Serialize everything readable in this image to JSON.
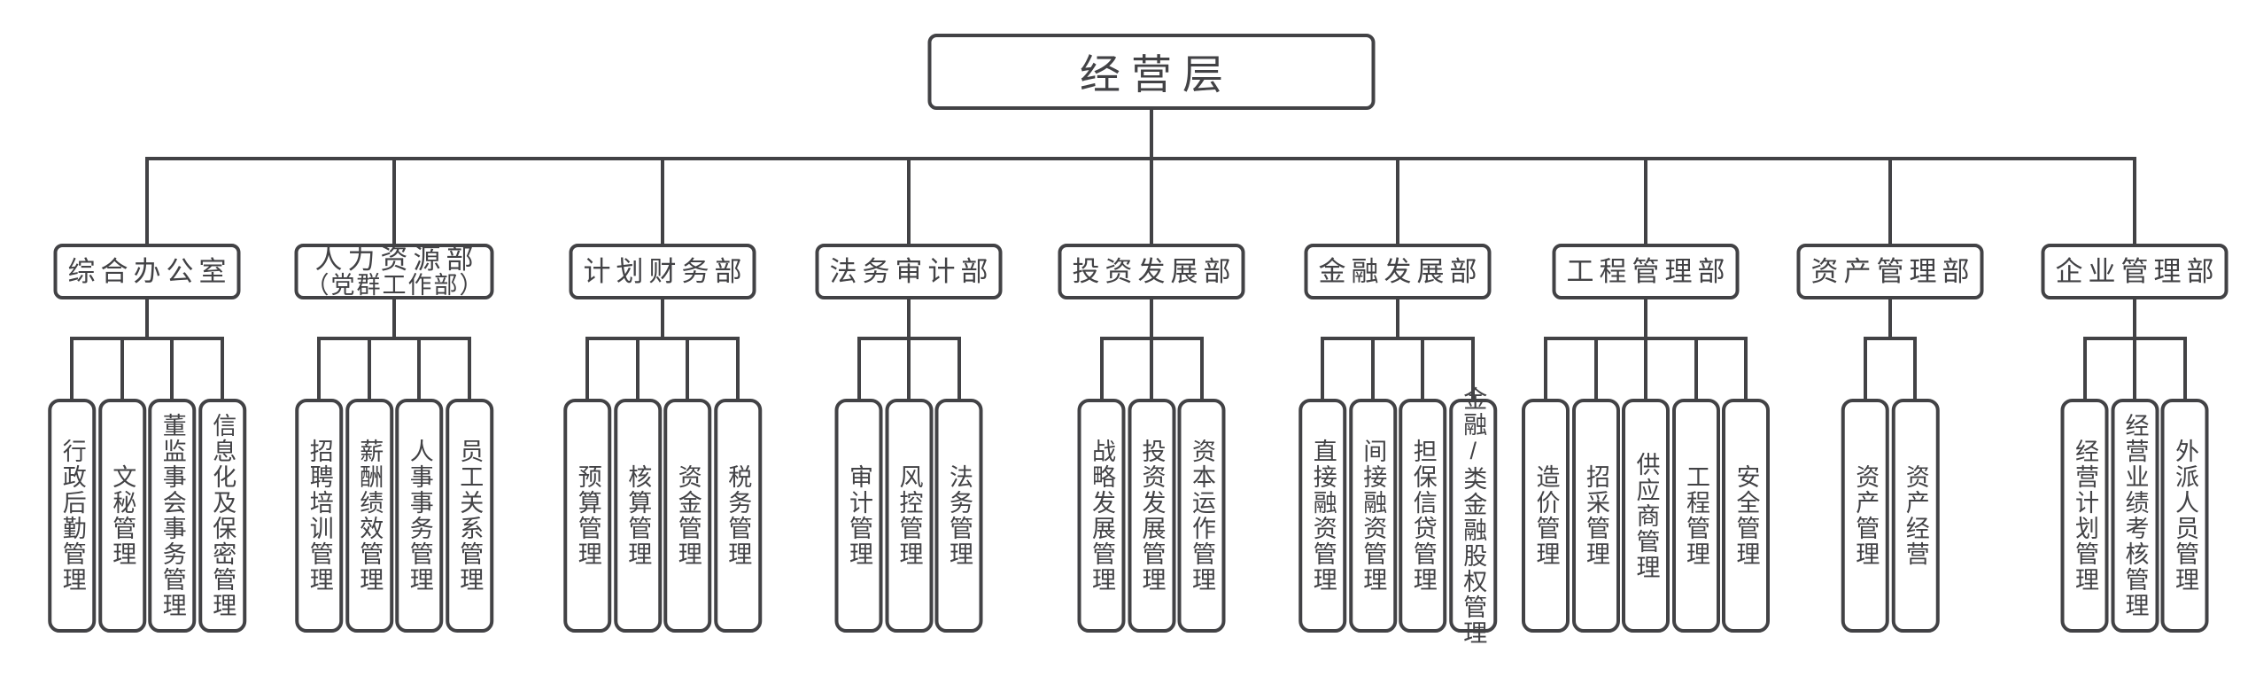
{
  "chart": {
    "type": "org-chart",
    "root": {
      "label": "经营层"
    },
    "departments": [
      {
        "label": "综合办公室",
        "children": [
          "行政后勤管理",
          "文秘管理",
          "董监事会事务管理",
          "信息化及保密管理"
        ]
      },
      {
        "label": "人力资源部",
        "label2": "（党群工作部）",
        "children": [
          "招聘培训管理",
          "薪酬绩效管理",
          "人事事务管理",
          "员工关系管理"
        ]
      },
      {
        "label": "计划财务部",
        "children": [
          "预算管理",
          "核算管理",
          "资金管理",
          "税务管理"
        ]
      },
      {
        "label": "法务审计部",
        "children": [
          "审计管理",
          "风控管理",
          "法务管理"
        ]
      },
      {
        "label": "投资发展部",
        "children": [
          "战略发展管理",
          "投资发展管理",
          "资本运作管理"
        ]
      },
      {
        "label": "金融发展部",
        "children": [
          "直接融资管理",
          "间接融资管理",
          "担保信贷管理",
          "金融/类金融股权管理"
        ]
      },
      {
        "label": "工程管理部",
        "children": [
          "造价管理",
          "招采管理",
          "供应商管理",
          "工程管理",
          "安全管理"
        ]
      },
      {
        "label": "资产管理部",
        "children": [
          "资产管理",
          "资产经营"
        ]
      },
      {
        "label": "企业管理部",
        "children": [
          "经营计划管理",
          "经营业绩考核管理",
          "外派人员管理"
        ]
      }
    ],
    "colors": {
      "line": "#424245",
      "background": "#ffffff",
      "text": "#424245"
    }
  }
}
